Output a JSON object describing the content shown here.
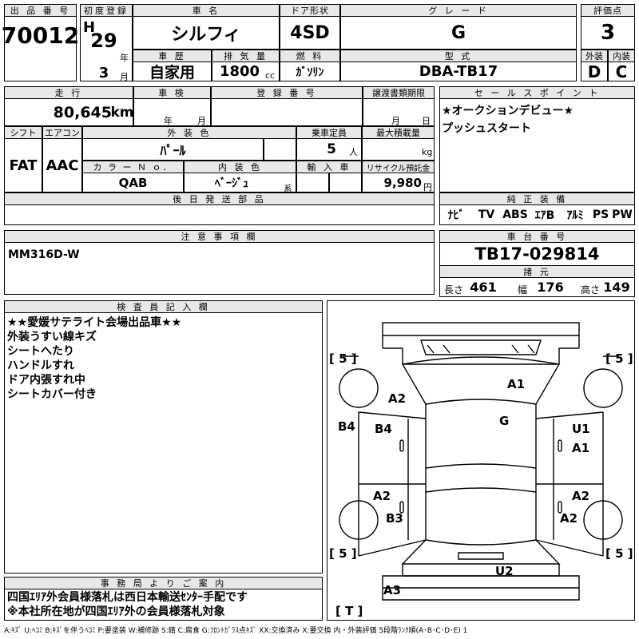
{
  "sheet": {
    "lot_no": {
      "label": "出 品 番 号",
      "value": "70012"
    },
    "first_reg": {
      "label": "初度登録",
      "era": "H",
      "year": "29",
      "year_unit": "年",
      "month": "3",
      "month_unit": "月"
    },
    "car_name": {
      "label": "車 名",
      "value": "シルフィ"
    },
    "door": {
      "label": "ドア形状",
      "value": "4SD"
    },
    "grade": {
      "label": "グ レ ー ド",
      "value": "G"
    },
    "score": {
      "label": "評価点",
      "value": "3"
    },
    "history": {
      "label": "車 歴",
      "value": "自家用"
    },
    "displacement": {
      "label": "排 気 量",
      "value": "1800",
      "unit": "cc"
    },
    "fuel": {
      "label": "燃 料",
      "value": "ｶﾞｿﾘﾝ"
    },
    "model": {
      "label": "型 式",
      "value": "DBA-TB17"
    },
    "exterior": {
      "label": "外装",
      "value": "D"
    },
    "interior": {
      "label": "内装",
      "value": "C"
    },
    "mileage": {
      "label": "走 行",
      "value": "80,645",
      "unit": "km"
    },
    "inspection": {
      "label": "車 検",
      "year_unit": "年",
      "month_unit": "月"
    },
    "reg_no": {
      "label": "登 録 番 号"
    },
    "transfer": {
      "label": "譲渡書類期限",
      "month_unit": "月",
      "day_unit": "日"
    },
    "shift": {
      "label": "シフト",
      "value": "FAT"
    },
    "aircon": {
      "label": "エアコン",
      "value": "AAC"
    },
    "color": {
      "label": "外 装 色",
      "value": "ﾊﾟｰﾙ"
    },
    "capacity": {
      "label": "乗車定員",
      "value": "5",
      "unit": "人"
    },
    "max_load": {
      "label": "最大積載量",
      "unit": "kg"
    },
    "color_no": {
      "label": "カ ラ ー Ｎ ｏ．",
      "value": "QAB"
    },
    "interior_color": {
      "label": "内 装 色",
      "value": "ﾍﾞｰｼﾞｭ",
      "unit": "系"
    },
    "import": {
      "label": "輸 入 車"
    },
    "recycle": {
      "label": "リサイクル預託金",
      "value": "9,980",
      "unit": "円"
    },
    "later_parts": {
      "label": "後 日 発 送 部 品"
    },
    "selling_points": {
      "label": "セ ー ル ス ポ イ ン ト",
      "lines": [
        "★オークションデビュー★",
        "プッシュスタート"
      ]
    },
    "options": {
      "label": "純 正 装 備",
      "items": [
        "ﾅﾋﾞ",
        "TV",
        "ABS",
        "ｴｱB",
        "ｱﾙﾐ",
        "PS",
        "PW"
      ]
    },
    "notes": {
      "label": "注 意 事 項 欄",
      "value": "MM316D-W"
    },
    "chassis": {
      "label": "車 台 番 号",
      "value": "TB17-029814"
    },
    "dimensions": {
      "label": "諸 元",
      "length_label": "長さ",
      "length": "461",
      "width_label": "幅",
      "width": "176",
      "height_label": "高さ",
      "height": "149"
    },
    "inspector": {
      "label": "検 査 員 記 入 欄",
      "lines": [
        "★★愛媛サテライト会場出品車★★",
        "外装うすい線キズ",
        "シートへたり",
        "ハンドルすれ",
        "ドア内張すれ中",
        "シートカバー付き"
      ]
    },
    "office": {
      "label": "事 務 局 よ り ご 案 内",
      "lines": [
        "四国ｴﾘｱ外会員様落札は西日本輸送ｾﾝﾀｰ手配です",
        "※本社所在地が四国ｴﾘｱ外の会員様落札対象"
      ]
    },
    "legend": "A:ｷｽﾞ U:ﾍｺﾐ B:ｷｽﾞを伴うﾍｺﾐ P:要塗装 W:補修跡 S:錆 C:腐食 G:ﾌﾛﾝﾄｶﾞﾗｽ点ｷｽﾞ XX:交換済み X:要交換 内・外装評価 5段階ﾗﾝｸ順(A･B･C･D･E) 1"
  },
  "diagram": {
    "tire_marks": [
      "[ 5 ]",
      "[ 5 ]",
      "[ 5 ]",
      "[ 5 ]",
      "[ T ]"
    ],
    "damage": [
      "A1",
      "A2",
      "G",
      "B4",
      "B4",
      "U1",
      "A1",
      "A2",
      "A2",
      "B3",
      "A2",
      "U2",
      "A3"
    ]
  }
}
